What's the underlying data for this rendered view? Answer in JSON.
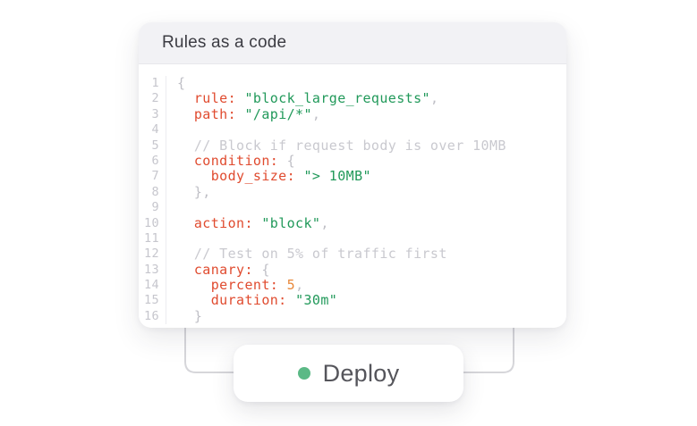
{
  "card": {
    "title": "Rules as a code"
  },
  "code": {
    "lines": [
      {
        "n": "1",
        "segs": [
          [
            "{",
            "punct"
          ]
        ]
      },
      {
        "n": "2",
        "segs": [
          [
            "  ",
            ""
          ],
          [
            "rule:",
            "key"
          ],
          [
            " ",
            ""
          ],
          [
            "\"block_large_requests\"",
            "str"
          ],
          [
            ",",
            "punct"
          ]
        ]
      },
      {
        "n": "3",
        "segs": [
          [
            "  ",
            ""
          ],
          [
            "path:",
            "key"
          ],
          [
            " ",
            ""
          ],
          [
            "\"/api/*\"",
            "str"
          ],
          [
            ",",
            "punct"
          ]
        ]
      },
      {
        "n": "4",
        "segs": []
      },
      {
        "n": "5",
        "segs": [
          [
            "  ",
            ""
          ],
          [
            "// Block if request body is over 10MB",
            "comment"
          ]
        ]
      },
      {
        "n": "6",
        "segs": [
          [
            "  ",
            ""
          ],
          [
            "condition:",
            "key"
          ],
          [
            " ",
            ""
          ],
          [
            "{",
            "punct"
          ]
        ]
      },
      {
        "n": "7",
        "segs": [
          [
            "    ",
            ""
          ],
          [
            "body_size:",
            "key"
          ],
          [
            " ",
            ""
          ],
          [
            "\"> 10MB\"",
            "str"
          ]
        ]
      },
      {
        "n": "8",
        "segs": [
          [
            "  ",
            ""
          ],
          [
            "},",
            "punct"
          ]
        ]
      },
      {
        "n": "9",
        "segs": []
      },
      {
        "n": "10",
        "segs": [
          [
            "  ",
            ""
          ],
          [
            "action:",
            "key"
          ],
          [
            " ",
            ""
          ],
          [
            "\"block\"",
            "str"
          ],
          [
            ",",
            "punct"
          ]
        ]
      },
      {
        "n": "11",
        "segs": []
      },
      {
        "n": "12",
        "segs": [
          [
            "  ",
            ""
          ],
          [
            "// Test on 5% of traffic first",
            "comment"
          ]
        ]
      },
      {
        "n": "13",
        "segs": [
          [
            "  ",
            ""
          ],
          [
            "canary:",
            "key"
          ],
          [
            " ",
            ""
          ],
          [
            "{",
            "punct"
          ]
        ]
      },
      {
        "n": "14",
        "segs": [
          [
            "    ",
            ""
          ],
          [
            "percent:",
            "key"
          ],
          [
            " ",
            ""
          ],
          [
            "5",
            "num"
          ],
          [
            ",",
            "punct"
          ]
        ]
      },
      {
        "n": "15",
        "segs": [
          [
            "    ",
            ""
          ],
          [
            "duration:",
            "key"
          ],
          [
            " ",
            ""
          ],
          [
            "\"30m\"",
            "str"
          ]
        ]
      },
      {
        "n": "16",
        "segs": [
          [
            "  ",
            ""
          ],
          [
            "}",
            "punct"
          ]
        ]
      }
    ]
  },
  "deploy": {
    "label": "Deploy",
    "dot_icon": "green-status-dot"
  },
  "colors": {
    "key": "#e04b2f",
    "string": "#21995a",
    "number": "#e8883a",
    "comment": "#c9c9cf",
    "punctuation": "#bfbfc6",
    "header_bg": "#f2f2f5",
    "deploy_dot": "#5bb986",
    "connector": "#d6d6da"
  }
}
